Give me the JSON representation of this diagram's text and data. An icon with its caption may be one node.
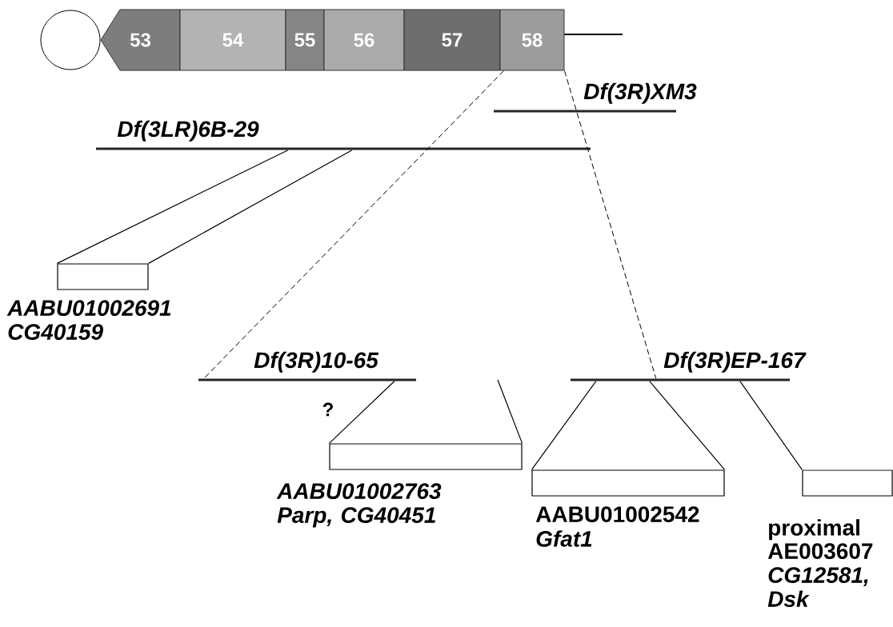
{
  "diagram": {
    "nodes": [
      {
        "text": [],
        "shape": "circle"
      },
      {
        "text": [
          "53"
        ]
      },
      {
        "text": [
          "54"
        ]
      },
      {
        "text": [
          "55"
        ]
      },
      {
        "text": [
          "56"
        ]
      },
      {
        "text": [
          "57"
        ]
      },
      {
        "text": [
          "58"
        ]
      },
      {
        "text": [
          "Df(3R)XM3"
        ]
      },
      {
        "text": [
          "Df(3LR)6B-29"
        ]
      },
      {
        "text": [
          "AABU01002691",
          "CG40159"
        ]
      },
      {
        "text": [
          "Df(3R)10-65"
        ]
      },
      {
        "text": [
          "Df(3R)EP-167"
        ]
      },
      {
        "text": [
          "AABU01002763",
          "Parp, CG40451"
        ]
      },
      {
        "text": [
          "AABU01002542",
          "Gfat1"
        ]
      },
      {
        "text": [
          "proximal",
          "AE003607",
          "CG12581, Dsk"
        ]
      }
    ],
    "edges": [
      {
        "from": 8,
        "to": 9,
        "arrow": "none"
      },
      {
        "from": 8,
        "to": 9,
        "arrow": "none"
      },
      {
        "from": 6,
        "to": 10,
        "arrow": "none",
        "style": "dashed"
      },
      {
        "from": 6,
        "to": 11,
        "arrow": "none",
        "style": "dashed"
      },
      {
        "from": 10,
        "to": 12,
        "arrow": "none",
        "label": "?"
      },
      {
        "from": null,
        "to": 12,
        "arrow": "none"
      },
      {
        "from": 11,
        "to": 13,
        "arrow": "none"
      },
      {
        "from": 11,
        "to": 13,
        "arrow": "none"
      },
      {
        "from": 11,
        "to": 14,
        "arrow": "none"
      }
    ]
  }
}
